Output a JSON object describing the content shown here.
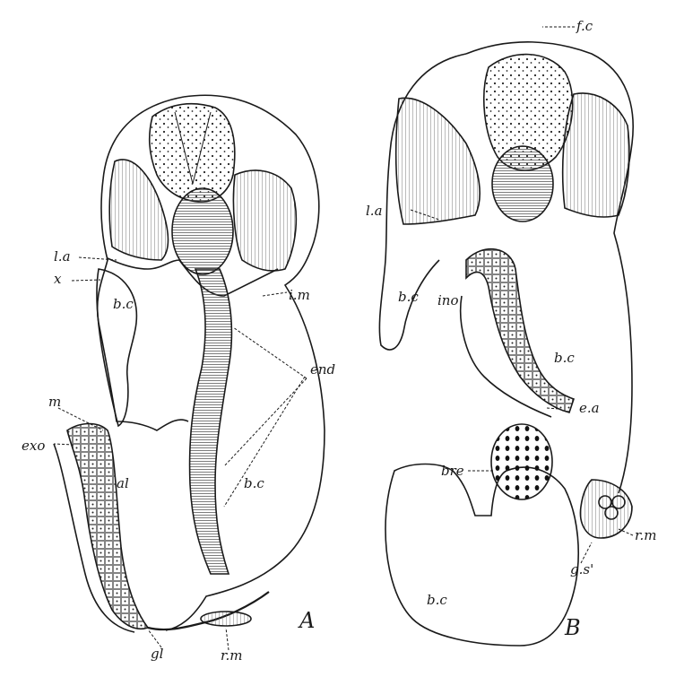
{
  "figure": {
    "panels": [
      {
        "id": "A",
        "label": "A",
        "annotations": [
          "l.a",
          "x",
          "b.c",
          "i.m",
          "end",
          "m",
          "exo",
          "al",
          "b.c",
          "gl",
          "r.m"
        ]
      },
      {
        "id": "B",
        "label": "B",
        "annotations": [
          "f.c",
          "l.a",
          "b.c",
          "ino",
          "b.c",
          "e.a",
          "bre",
          "r.m",
          "g.s'",
          "b.c"
        ]
      }
    ]
  },
  "colors": {
    "ink": "#1a1a1a",
    "paper": "#ffffff"
  }
}
